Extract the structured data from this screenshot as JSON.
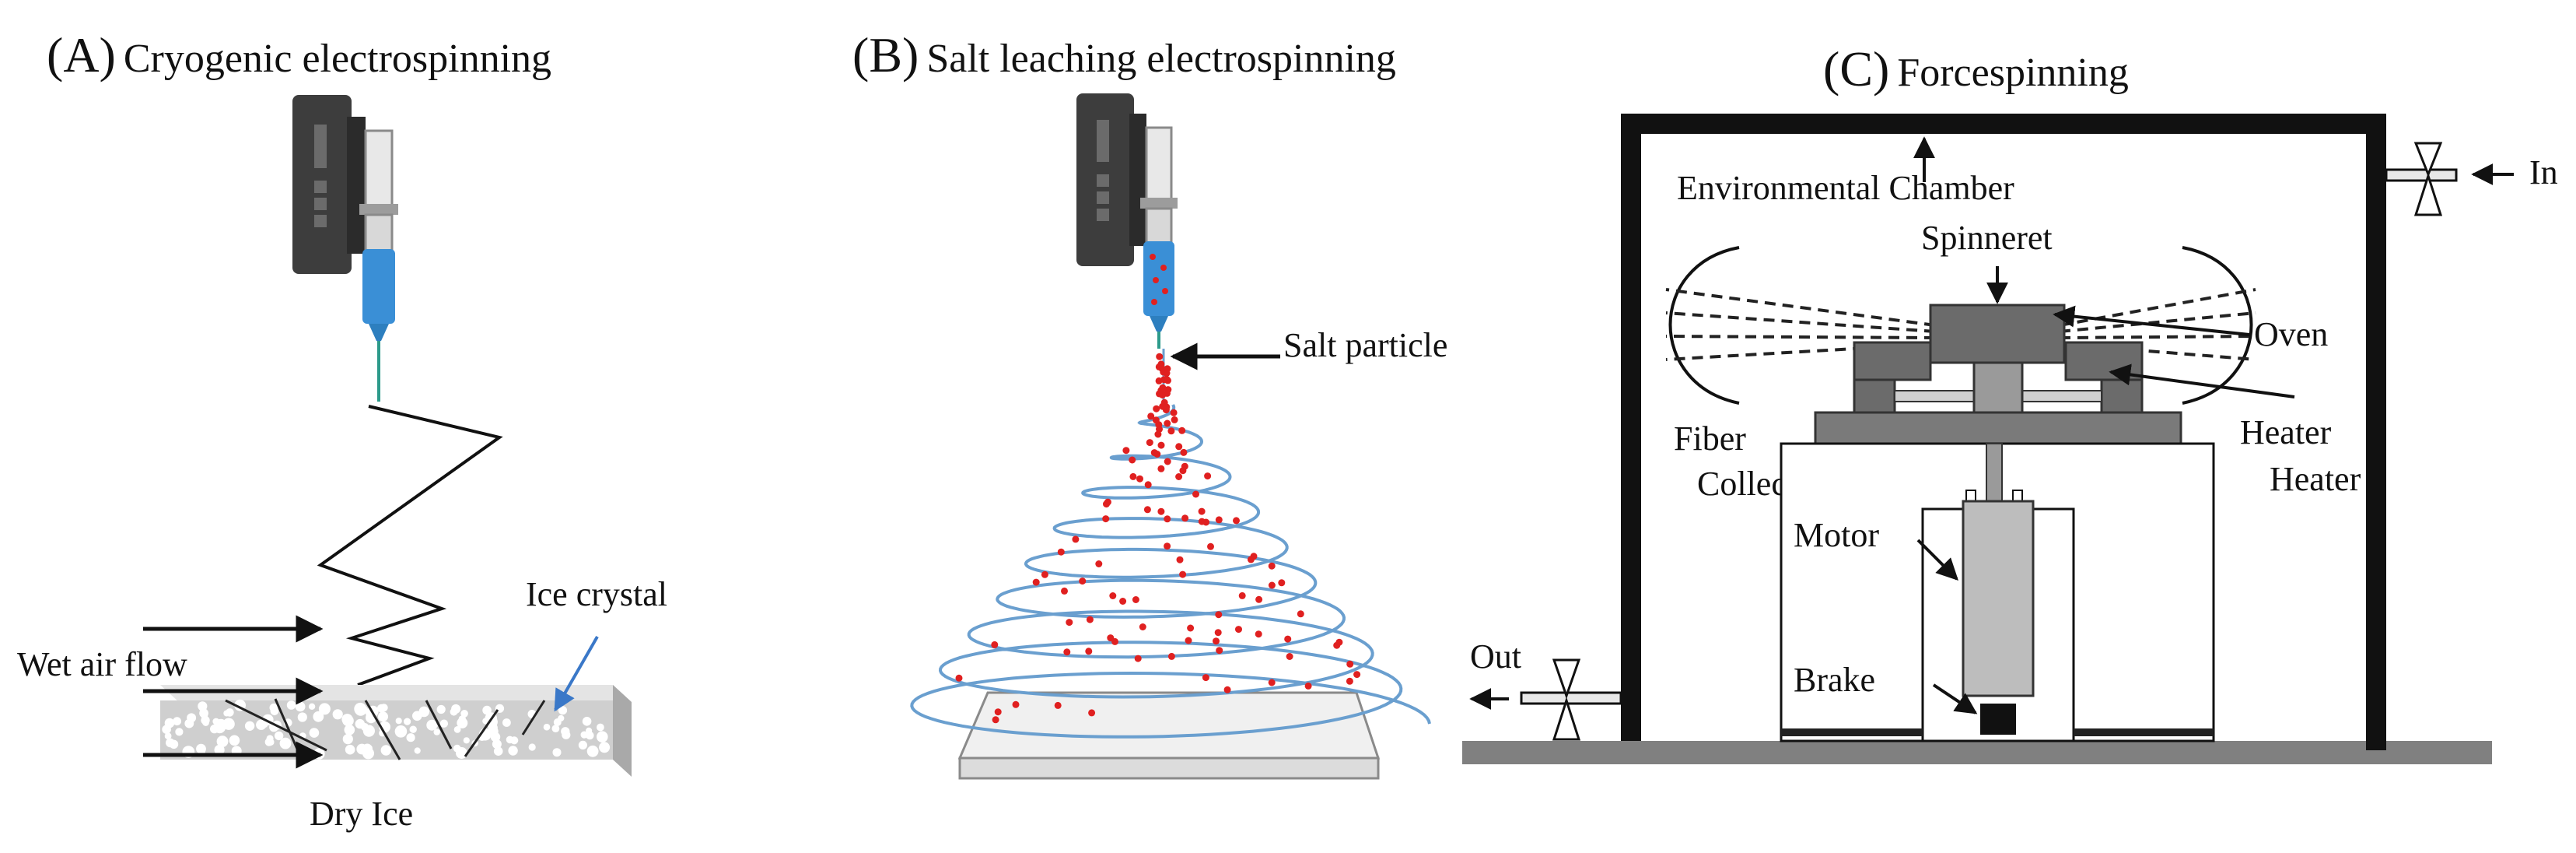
{
  "panels": {
    "a": {
      "letter": "(A)",
      "title": "Cryogenic  electrospinning",
      "labels": {
        "ice_crystal": "Ice crystal",
        "wet_air_flow": "Wet air flow",
        "dry_ice": "Dry  Ice"
      }
    },
    "b": {
      "letter": "(B)",
      "title": "Salt leaching  electrospinning",
      "labels": {
        "salt_particle": "Salt particle"
      }
    },
    "c": {
      "letter": "(C)",
      "title": "Forcespinning",
      "labels": {
        "environmental_chamber": "Environmental Chamber",
        "spinneret": "Spinneret",
        "in": "In",
        "oven": "Oven",
        "fiber": "Fiber",
        "collector": "Collector",
        "heater_1": "Heater",
        "heater_2": "Heater",
        "motor": "Motor",
        "brake": "Brake",
        "out": "Out"
      }
    }
  },
  "colors": {
    "syringe_body": "#3d3d3d",
    "syringe_fluid": "#3a8fd6",
    "salt": "#e02020",
    "spiral": "#6a9fcf",
    "dry_ice": "#cfcfcf",
    "arrow_blue": "#3a78c8",
    "chamber": "#111111",
    "base": "#808080",
    "motor": "#bdbdbd"
  }
}
